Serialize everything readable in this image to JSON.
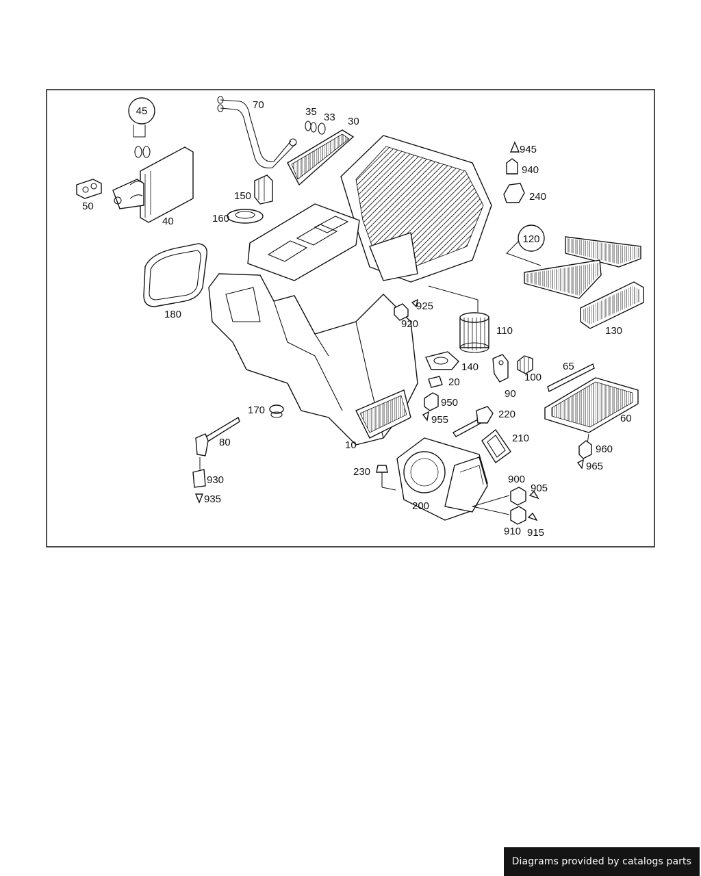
{
  "parts": [
    {
      "id": "p45",
      "label": "45",
      "circled": true
    },
    {
      "id": "p70",
      "label": "70"
    },
    {
      "id": "p35",
      "label": "35"
    },
    {
      "id": "p33",
      "label": "33"
    },
    {
      "id": "p30",
      "label": "30"
    },
    {
      "id": "p945",
      "label": "945"
    },
    {
      "id": "p940",
      "label": "940"
    },
    {
      "id": "p240",
      "label": "240"
    },
    {
      "id": "p50",
      "label": "50"
    },
    {
      "id": "p40",
      "label": "40"
    },
    {
      "id": "p150",
      "label": "150"
    },
    {
      "id": "p160",
      "label": "160"
    },
    {
      "id": "p120",
      "label": "120",
      "circled": true
    },
    {
      "id": "p180",
      "label": "180"
    },
    {
      "id": "p925",
      "label": "925"
    },
    {
      "id": "p920",
      "label": "920"
    },
    {
      "id": "p110",
      "label": "110"
    },
    {
      "id": "p130",
      "label": "130"
    },
    {
      "id": "p140",
      "label": "140"
    },
    {
      "id": "p65",
      "label": "65"
    },
    {
      "id": "p100",
      "label": "100"
    },
    {
      "id": "p20",
      "label": "20"
    },
    {
      "id": "p90",
      "label": "90"
    },
    {
      "id": "p950",
      "label": "950"
    },
    {
      "id": "p170",
      "label": "170"
    },
    {
      "id": "p955",
      "label": "955"
    },
    {
      "id": "p220",
      "label": "220"
    },
    {
      "id": "p60",
      "label": "60"
    },
    {
      "id": "p80",
      "label": "80"
    },
    {
      "id": "p10",
      "label": "10"
    },
    {
      "id": "p210",
      "label": "210"
    },
    {
      "id": "p960",
      "label": "960"
    },
    {
      "id": "p230",
      "label": "230"
    },
    {
      "id": "p965",
      "label": "965"
    },
    {
      "id": "p930",
      "label": "930"
    },
    {
      "id": "p900",
      "label": "900"
    },
    {
      "id": "p905",
      "label": "905"
    },
    {
      "id": "p935",
      "label": "935"
    },
    {
      "id": "p200",
      "label": "200"
    },
    {
      "id": "p910",
      "label": "910"
    },
    {
      "id": "p915",
      "label": "915"
    }
  ],
  "footer": {
    "text": "Diagrams provided by catalogs parts"
  }
}
